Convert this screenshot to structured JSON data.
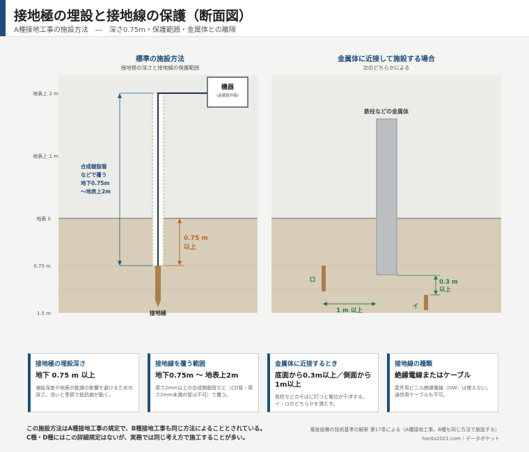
{
  "header": {
    "title": "接地極の埋設と接地線の保護（断面図）",
    "subtitle": "A種接地工事の施設方法　―　深さ0.75m・保護範囲・金属体との離隔"
  },
  "left_panel": {
    "title": "標準の施設方法",
    "subtitle": "接地極の深さと接地線の保護範囲",
    "axis_labels": [
      "地表上 2 m",
      "地表上 1 m",
      "地表 0",
      "0.75 m",
      "1.5 m"
    ],
    "equipment_title": "機器",
    "equipment_sub": "(金属製外箱)",
    "pipe_note": [
      "合成樹脂管",
      "などで覆う",
      "地下0.75m",
      "〜地表上2m"
    ],
    "depth_label": [
      "0.75 m",
      "以上"
    ],
    "electrode_label": "接地極"
  },
  "right_panel": {
    "title": "金属体に近接して施設する場合",
    "subtitle": "次のどちらかによる",
    "pole_label": "鉄柱などの金属体",
    "opt_ro": "ロ",
    "opt_i": "イ",
    "bottom_label": [
      "0.3 m",
      "以上"
    ],
    "side_label": "1 m 以上"
  },
  "cards": [
    {
      "label": "接地極の埋設深さ",
      "value": "地下 0.75 m 以上",
      "desc": "凍結深度や地表の乾燥の影響を避けるための深さ。浅いと季節で抵抗値が動く。"
    },
    {
      "label": "接地線を覆う範囲",
      "value": "地下0.75m 〜 地表上2m",
      "desc": "厚さ2mm以上の合成樹脂管など（CD管・厚さ2mm未満の管は不可）で覆う。"
    },
    {
      "label": "金属体に近接するとき",
      "value": "底面から0.3m以上／側面から1m以上",
      "desc": "鉄柱などのそばに打つと電位が干渉する。イ・ロのどちらかを満たす。"
    },
    {
      "label": "接地線の種類",
      "value": "絶縁電線またはケーブル",
      "desc": "屋外用ビニル絶縁電線（OW）は使えない。通信用ケーブルも不可。"
    }
  ],
  "footnote": [
    "この施設方法はA種接地工事の規定で、B種接地工事も同じ方法によることとされている。",
    "C種・D種にはこの詳細規定はないが、実務では同じ考え方で施工することが多い。"
  ],
  "source": [
    "電気設備の技術基準の解釈 第17条による（A種接地工事。B種も同じ方法で施設する）",
    "harita2021.com｜データポケット"
  ]
}
